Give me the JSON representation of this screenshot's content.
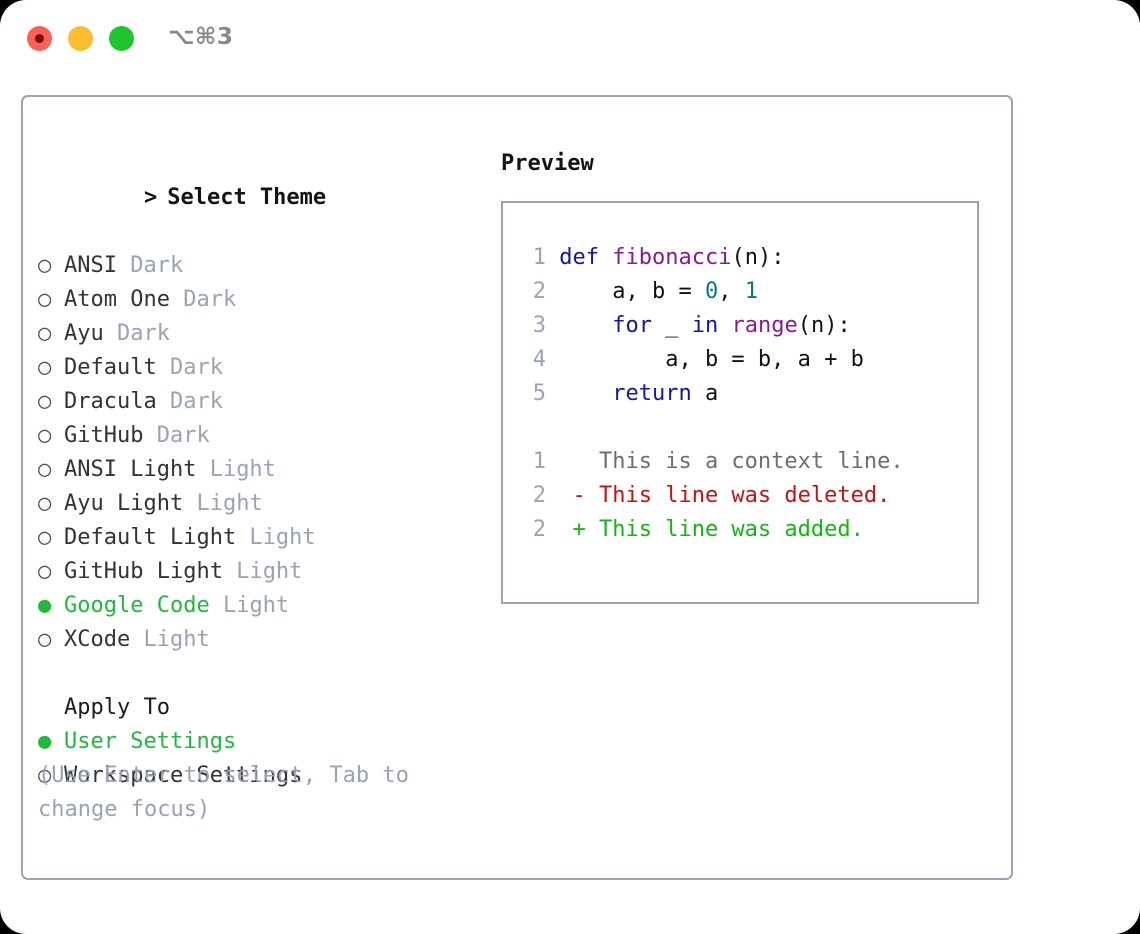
{
  "window": {
    "shortcut_label": "⌥⌘3",
    "traffic_lights": [
      {
        "name": "close",
        "color": "#fc6057"
      },
      {
        "name": "minimize",
        "color": "#fdbc2e"
      },
      {
        "name": "maximize",
        "color": "#1fc52f"
      }
    ],
    "accent_green": "#20b93e",
    "border_color": "#9aa4b3",
    "muted_color": "#9aa3b2"
  },
  "theme_selector": {
    "caret": ">",
    "title": "Select Theme",
    "marker_selected": "●",
    "marker_unselected": "○",
    "options": [
      {
        "name": "ANSI",
        "tag": "Dark",
        "selected": false
      },
      {
        "name": "Atom One",
        "tag": "Dark",
        "selected": false
      },
      {
        "name": "Ayu",
        "tag": "Dark",
        "selected": false
      },
      {
        "name": "Default",
        "tag": "Dark",
        "selected": false
      },
      {
        "name": "Dracula",
        "tag": "Dark",
        "selected": false
      },
      {
        "name": "GitHub",
        "tag": "Dark",
        "selected": false
      },
      {
        "name": "ANSI Light",
        "tag": "Light",
        "selected": false
      },
      {
        "name": "Ayu Light",
        "tag": "Light",
        "selected": false
      },
      {
        "name": "Default Light",
        "tag": "Light",
        "selected": false
      },
      {
        "name": "GitHub Light",
        "tag": "Light",
        "selected": false
      },
      {
        "name": "Google Code",
        "tag": "Light",
        "selected": true
      },
      {
        "name": "XCode",
        "tag": "Light",
        "selected": false
      }
    ]
  },
  "apply_to": {
    "title": "Apply To",
    "options": [
      {
        "name": "User Settings",
        "selected": true
      },
      {
        "name": "Workspace Settings",
        "selected": false
      }
    ]
  },
  "hint": {
    "text": "(Use Enter to select, Tab to change focus)"
  },
  "preview": {
    "heading": "Preview",
    "code_lines": [
      {
        "num": "1",
        "tokens": [
          {
            "t": "def ",
            "c": "kw"
          },
          {
            "t": "fibonacci",
            "c": "fn"
          },
          {
            "t": "(n):",
            "c": "plain"
          }
        ]
      },
      {
        "num": "2",
        "tokens": [
          {
            "t": "    a, b = ",
            "c": "plain"
          },
          {
            "t": "0",
            "c": "num"
          },
          {
            "t": ", ",
            "c": "plain"
          },
          {
            "t": "1",
            "c": "num"
          }
        ]
      },
      {
        "num": "3",
        "tokens": [
          {
            "t": "    ",
            "c": "plain"
          },
          {
            "t": "for",
            "c": "kw"
          },
          {
            "t": " _ ",
            "c": "plain"
          },
          {
            "t": "in",
            "c": "kw"
          },
          {
            "t": " ",
            "c": "plain"
          },
          {
            "t": "range",
            "c": "fn"
          },
          {
            "t": "(n):",
            "c": "plain"
          }
        ]
      },
      {
        "num": "4",
        "tokens": [
          {
            "t": "        a, b = b, a + b",
            "c": "plain"
          }
        ]
      },
      {
        "num": "5",
        "tokens": [
          {
            "t": "    ",
            "c": "plain"
          },
          {
            "t": "return",
            "c": "kw"
          },
          {
            "t": " a",
            "c": "plain"
          }
        ]
      }
    ],
    "diff_lines": [
      {
        "num": "1",
        "marker": " ",
        "text": "This is a context line.",
        "kind": "context"
      },
      {
        "num": "2",
        "marker": "-",
        "text": "This line was deleted.",
        "kind": "deleted"
      },
      {
        "num": "2",
        "marker": "+",
        "text": "This line was added.",
        "kind": "added"
      }
    ]
  }
}
